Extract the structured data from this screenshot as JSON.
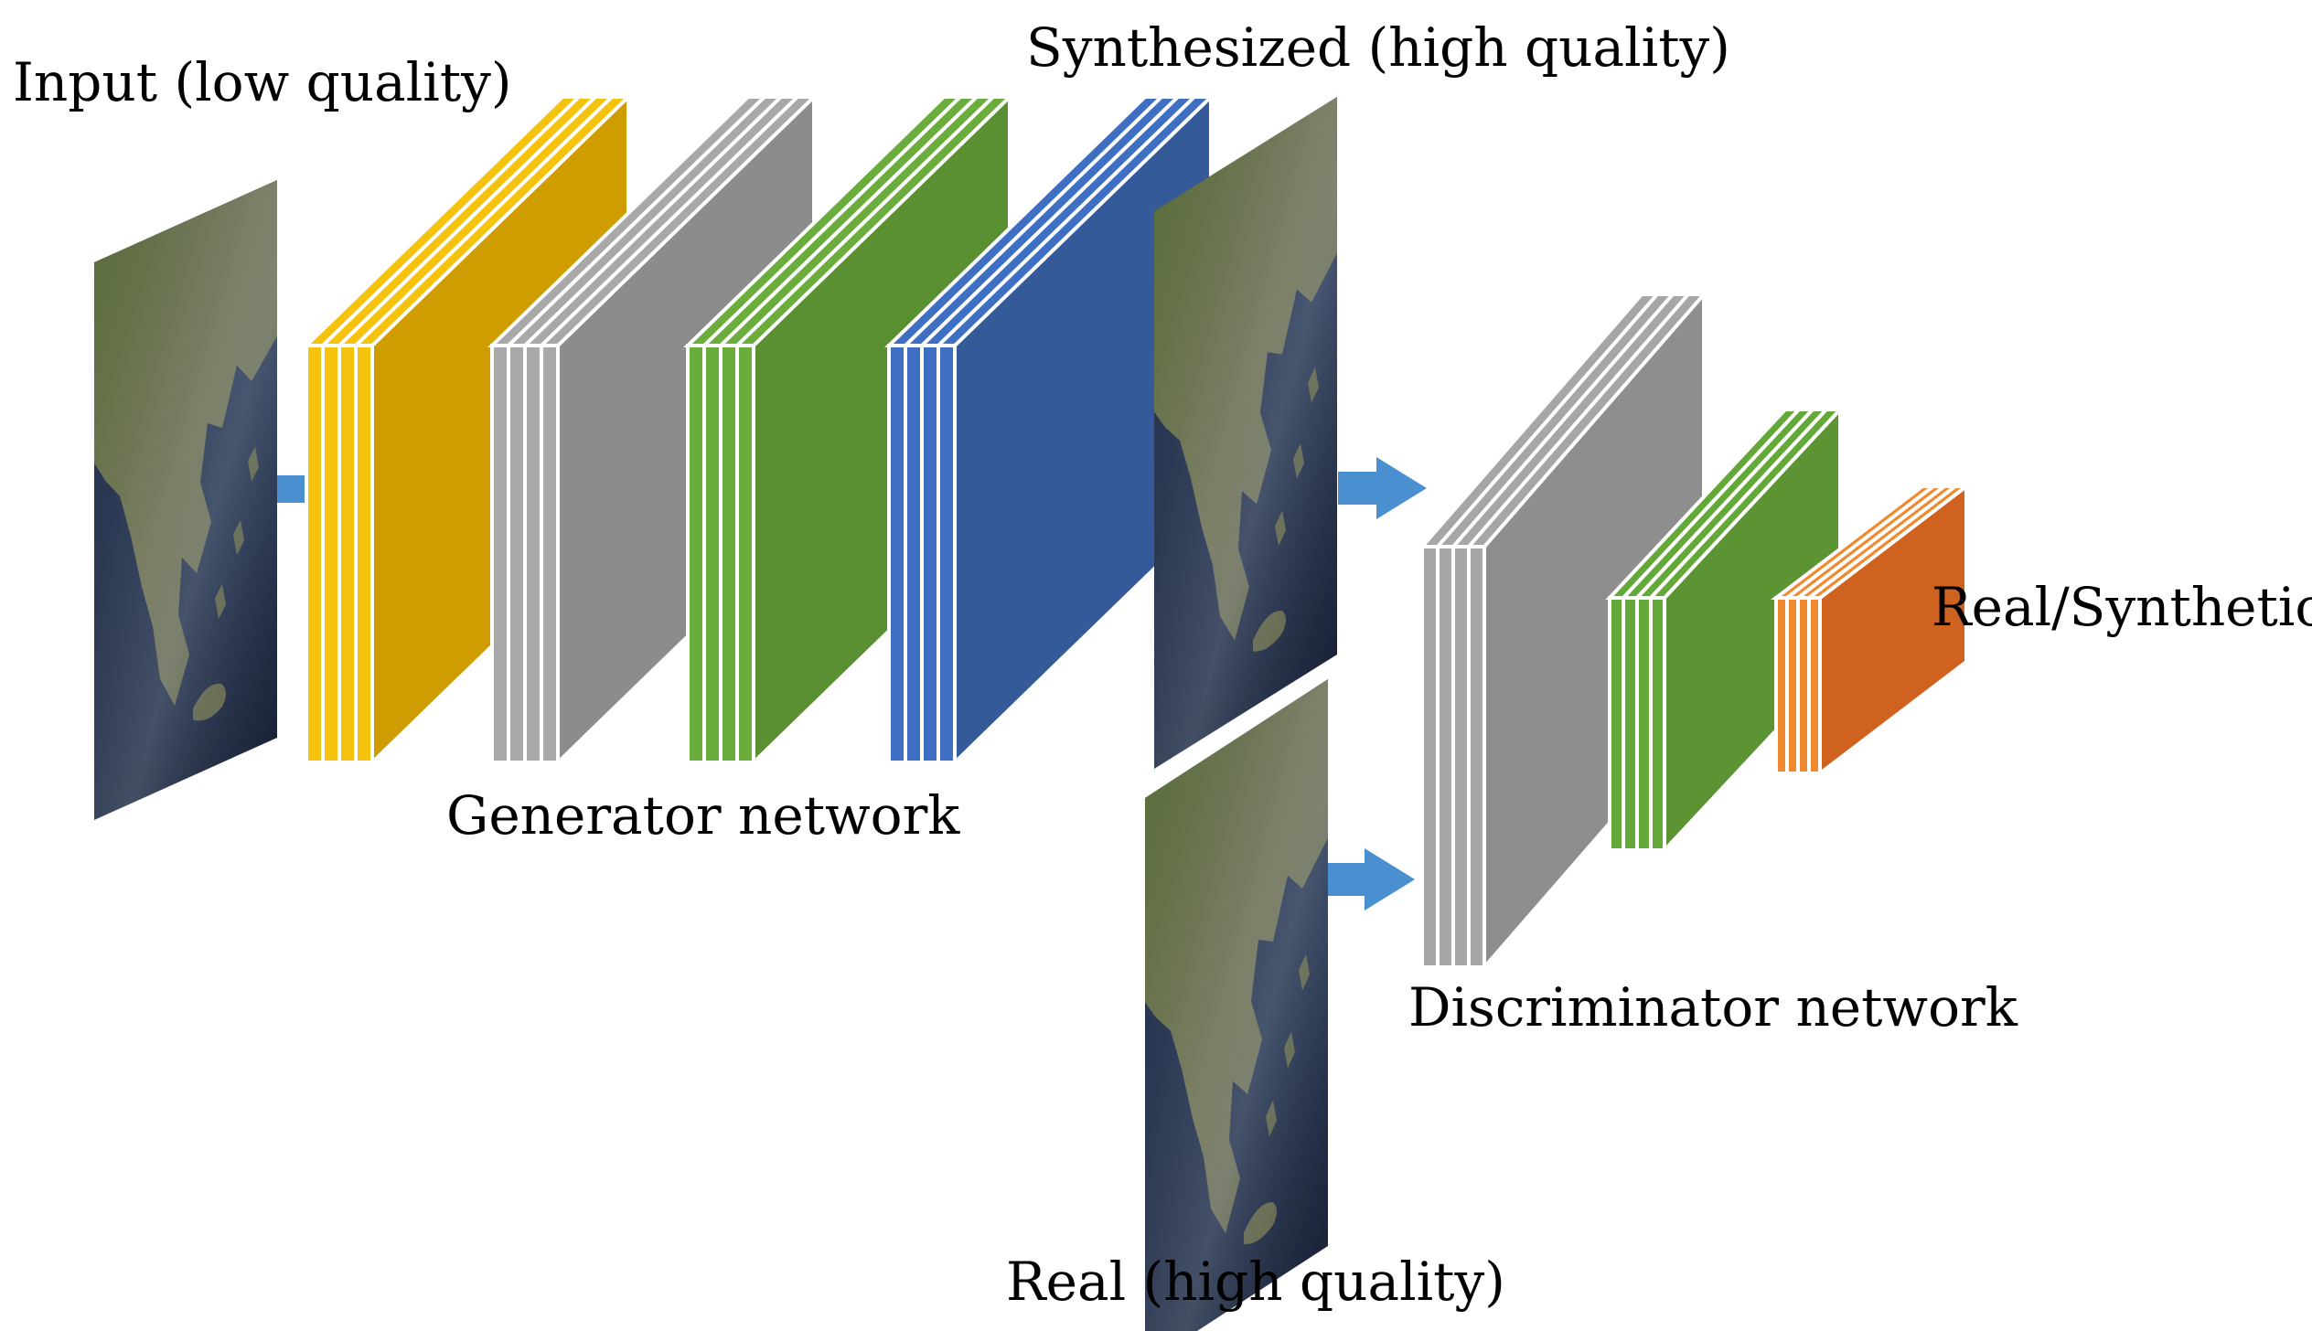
{
  "labels": {
    "input": "Input (low quality)",
    "synthesized": "Synthesized (high quality)",
    "generator": "Generator network",
    "real": "Real (high quality)",
    "discriminator": "Discriminator network",
    "output": "Real/Synthetic"
  },
  "colors": {
    "yellow_face": "#f5c20e",
    "yellow_side": "#cf9d00",
    "gray_face": "#a8a8a8",
    "gray_side": "#8c8c8c",
    "green_face": "#6aad3c",
    "green_side": "#5a9032",
    "blue_face": "#3f6fc2",
    "blue_side": "#355a9a",
    "orange_face": "#f08a30",
    "orange_side": "#d4621e",
    "arrow": "#4a8fd0",
    "ocean": "#1f2b45",
    "land": "#6b7a4a"
  },
  "icons": [
    "satellite-image-input",
    "satellite-image-synthesized",
    "satellite-image-real",
    "arrow-right-icon"
  ]
}
